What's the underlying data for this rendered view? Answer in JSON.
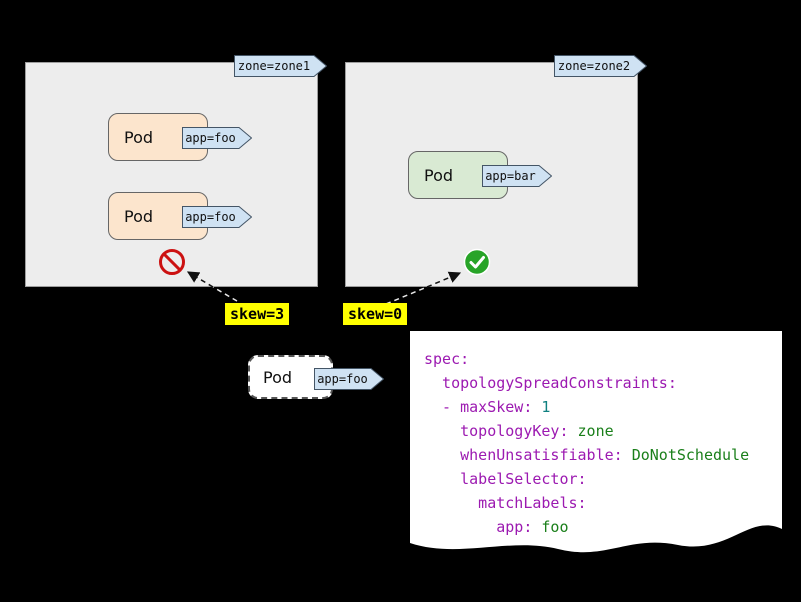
{
  "colors": {
    "background": "#000000",
    "zone_fill": "#ededed",
    "pod_foo_fill": "#fce5cd",
    "pod_bar_fill": "#d9ead3",
    "label_flag_fill": "#cfe2f3",
    "skew_highlight": "#ffff00",
    "deny_red": "#cc1111",
    "allow_green": "#28a428",
    "code_key": "#9c1ab1",
    "code_string": "#1a7f1a",
    "code_number": "#0f8080"
  },
  "zones": [
    {
      "flag": "zone=zone1",
      "skew_label": "skew=3",
      "status_icon": "no-entry",
      "pods": [
        {
          "name": "Pod",
          "tag": "app=foo"
        },
        {
          "name": "Pod",
          "tag": "app=foo"
        }
      ]
    },
    {
      "flag": "zone=zone2",
      "skew_label": "skew=0",
      "status_icon": "check",
      "pods": [
        {
          "name": "Pod",
          "tag": "app=bar"
        }
      ]
    }
  ],
  "incoming_pod": {
    "name": "Pod",
    "tag": "app=foo"
  },
  "code_block": {
    "lines": [
      {
        "key": "spec:",
        "value": ""
      },
      {
        "key": "  topologySpreadConstraints:",
        "value": ""
      },
      {
        "key": "  - maxSkew: ",
        "value": "1"
      },
      {
        "key": "    topologyKey: ",
        "value": "zone"
      },
      {
        "key": "    whenUnsatisfiable: ",
        "value": "DoNotSchedule"
      },
      {
        "key": "    labelSelector:",
        "value": ""
      },
      {
        "key": "      matchLabels:",
        "value": ""
      },
      {
        "key": "        app: ",
        "value": "foo"
      }
    ]
  }
}
